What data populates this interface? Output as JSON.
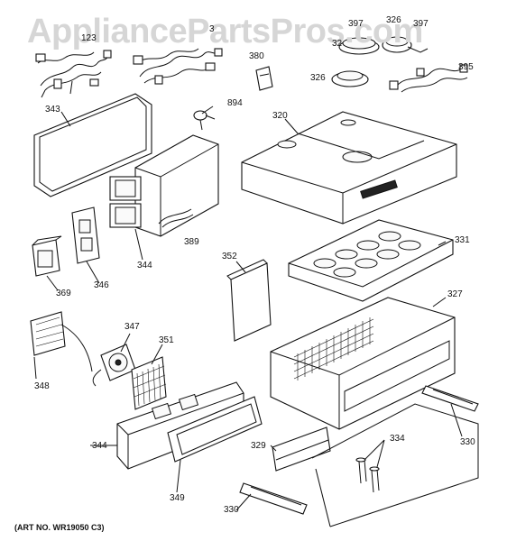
{
  "watermark": "AppliancePartsPros.com",
  "art_number": "(ART NO. WR19050 C3)",
  "callouts": {
    "c123": "123",
    "c3top": "3",
    "c397a": "397",
    "c326a": "326",
    "c397b": "397",
    "c32": "32",
    "c380": "380",
    "c326b": "326",
    "c395": "395",
    "c343": "343",
    "c894": "894",
    "c320": "320",
    "c389": "389",
    "c331": "331",
    "c352": "352",
    "c344a": "344",
    "c369": "369",
    "c346": "346",
    "c327": "327",
    "c347": "347",
    "c351": "351",
    "c348": "348",
    "c344b": "344",
    "c334": "334",
    "c329": "329",
    "c330a": "330",
    "c349": "349",
    "c330b": "330"
  }
}
